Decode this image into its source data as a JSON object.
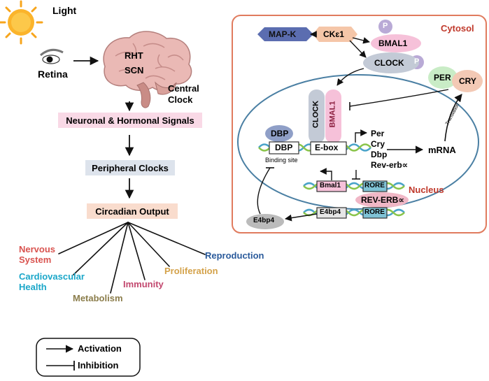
{
  "diagram": {
    "left": {
      "light": "Light",
      "retina": "Retina",
      "rht": "RHT",
      "scn": "SCN",
      "central_clock": [
        "Central",
        "Clock"
      ],
      "neuronal_hormonal": "Neuronal & Hormonal Signals",
      "peripheral_clocks": "Peripheral Clocks",
      "circadian_output": "Circadian Output",
      "outputs": {
        "nervous": [
          "Nervous",
          "System"
        ],
        "cardio": [
          "Cardiovascular",
          "Health"
        ],
        "metabolism": "Metabolism",
        "immunity": "Immunity",
        "proliferation": "Proliferation",
        "reproduction": "Reproduction"
      }
    },
    "cell": {
      "cytosol": "Cytosol",
      "nucleus": "Nucleus",
      "mapk": "MAP-K",
      "cke1": "CKɛ1",
      "phospho": "P",
      "bmal1": "BMAL1",
      "clock": "CLOCK",
      "per": "PER",
      "cry": "CRY",
      "dbp_protein": "DBP",
      "dbp_site": "DBP",
      "ebox": "E-box",
      "binding_site": "Binding site",
      "targets": [
        "Per",
        "Cry",
        "Dbp",
        "Rev-erb∝"
      ],
      "mrna": "mRNA",
      "translation": "Translation",
      "bmal1_gene": "Bmal1",
      "rore": "RORE",
      "rev_erb": "REV-ERB∝",
      "e4bp4_gene": "E4bp4",
      "e4bp4_protein": "E4bp4"
    },
    "legend": {
      "activation": "Activation",
      "inhibition": "Inhibition"
    },
    "colors": {
      "pink_box": "#f9d9e6",
      "blue_box": "#dde3ec",
      "peach_box": "#f9dccd",
      "cell_border": "#e07b5e",
      "nucleus_border": "#4a7fa3",
      "cytosol_text": "#c0392b",
      "mapk": "#5b6db0",
      "cke1": "#f5c6a8",
      "bmal1": "#f6c1d9",
      "clock": "#c3cad6",
      "per": "#c9ecc6",
      "cry": "#f3c9b5",
      "dbp_protein": "#8f9fc7",
      "phospho": "#b9aad6",
      "rore": "#7fc3d6",
      "rev_erb": "#f0b7c6",
      "e4bp4": "#bbbbbb",
      "nervous": "#d9534f",
      "cardio": "#1ba7c9",
      "metabolism": "#8b7d4b",
      "immunity": "#c2476e",
      "proliferation": "#d4a24a",
      "reproduction": "#2a5a9b"
    }
  }
}
